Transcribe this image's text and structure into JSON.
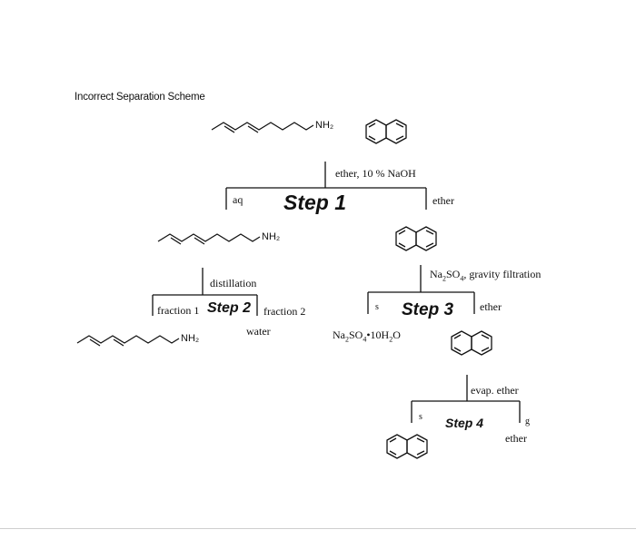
{
  "title": "Incorrect Separation Scheme",
  "amine_label": "NH₂",
  "steps": {
    "step1": {
      "label": "Step 1",
      "reagent": "ether, 10 % NaOH",
      "left": "aq",
      "right": "ether"
    },
    "step2": {
      "label": "Step 2",
      "reagent": "distillation",
      "fraction1": "fraction 1",
      "fraction2": "fraction 2",
      "product2": "water"
    },
    "step3": {
      "label": "Step 3",
      "reagent_na": "Na",
      "reagent_so": "SO",
      "reagent_2": "2",
      "reagent_4": "4",
      "reagent_rest": ", gravity filtration",
      "left": "s",
      "right": "ether",
      "solid_na": "Na",
      "solid_so": "SO",
      "solid_2": "2",
      "solid_4": "4",
      "solid_dot": "•",
      "solid_h": "10H",
      "solid_h2": "2",
      "solid_o": "O"
    },
    "step4": {
      "label": "Step 4",
      "reagent": "evap. ether",
      "left": "s",
      "right": "g",
      "right_sub": "ether"
    }
  },
  "colors": {
    "ink": "#111111",
    "rule": "#cfcfcf"
  }
}
